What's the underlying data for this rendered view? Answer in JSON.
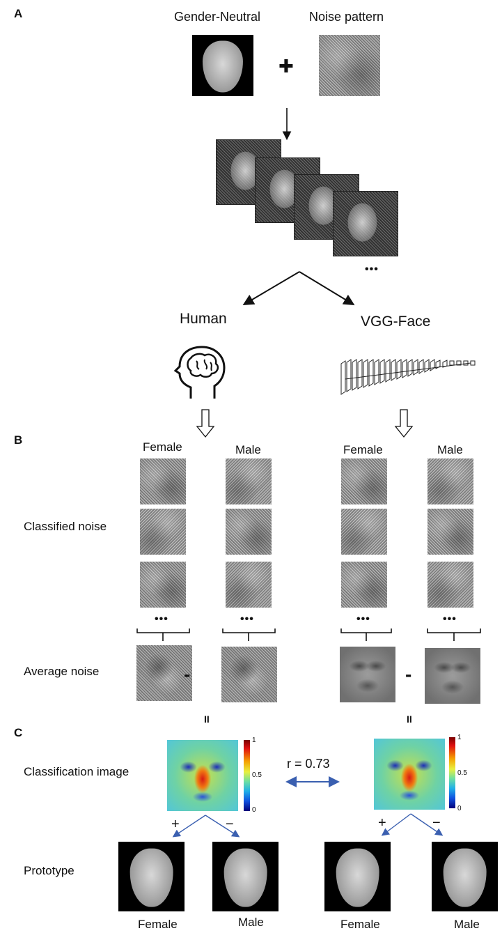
{
  "panels": {
    "a": "A",
    "b": "B",
    "c": "C"
  },
  "panel_a": {
    "base_face_label": "Gender-Neutral",
    "noise_label": "Noise pattern",
    "plus": "✚",
    "ellipsis": "•••",
    "human_label": "Human",
    "vgg_label": "VGG-Face"
  },
  "panel_b": {
    "human_female": "Female",
    "human_male": "Male",
    "vgg_female": "Female",
    "vgg_male": "Male",
    "classified_noise_label": "Classified noise",
    "average_noise_label": "Average noise",
    "ellipsis": "•••",
    "minus": "-",
    "equals": "II"
  },
  "panel_c": {
    "classification_image_label": "Classification image",
    "correlation": "r = 0.73",
    "colorbar_ticks": [
      "1",
      "0.5",
      "0"
    ],
    "plus": "+",
    "minus": "−",
    "prototype_label": "Prototype",
    "human_female": "Female",
    "human_male": "Male",
    "vgg_female": "Female",
    "vgg_male": "Male"
  },
  "colors": {
    "arrow_blue": "#3a5fb0",
    "colormap": "jet"
  }
}
